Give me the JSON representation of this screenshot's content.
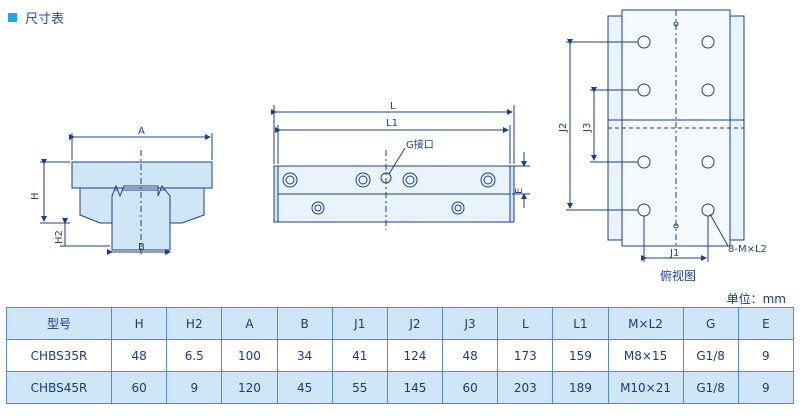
{
  "section_title": "尺寸表",
  "unit_label": "单位：mm",
  "drawing_labels": {
    "front": {
      "A": "A",
      "B": "B",
      "H": "H",
      "H2": "H2"
    },
    "side": {
      "L": "L",
      "L1": "L1",
      "G": "G接口",
      "E": "E"
    },
    "top": {
      "J2": "J2",
      "J3": "J3",
      "J1": "J1",
      "M": "8-M×L2",
      "caption": "俯视图"
    }
  },
  "table": {
    "headers": [
      "型号",
      "H",
      "H2",
      "A",
      "B",
      "J1",
      "J2",
      "J3",
      "L",
      "L1",
      "M×L2",
      "G",
      "E"
    ],
    "rows": [
      [
        "CHBS35R",
        "48",
        "6.5",
        "100",
        "34",
        "41",
        "124",
        "48",
        "173",
        "159",
        "M8×15",
        "G1/8",
        "9"
      ],
      [
        "CHBS45R",
        "60",
        "9",
        "120",
        "45",
        "55",
        "145",
        "60",
        "203",
        "189",
        "M10×21",
        "G1/8",
        "9"
      ]
    ]
  },
  "colors": {
    "line": "#1f3f86",
    "header_bg": "#cfe6f6",
    "accent": "#2aa7d8"
  }
}
